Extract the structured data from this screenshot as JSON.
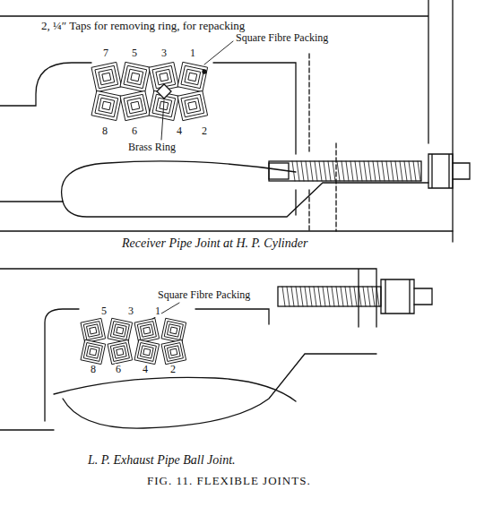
{
  "diagram": {
    "caption": "FIG. 11. FLEXIBLE JOINTS.",
    "labels": [
      "2, ¼″ Taps for removing ring, for repacking",
      "Square Fibre Packing",
      "7",
      "5",
      "3",
      "1",
      "8",
      "6",
      "4",
      "2",
      "Brass Ring",
      "Receiver Pipe Joint at H. P. Cylinder",
      "Square Fibre Packing",
      "5",
      "3",
      "1",
      "8",
      "6",
      "4",
      "2",
      "L. P. Exhaust Pipe Ball Joint."
    ]
  }
}
